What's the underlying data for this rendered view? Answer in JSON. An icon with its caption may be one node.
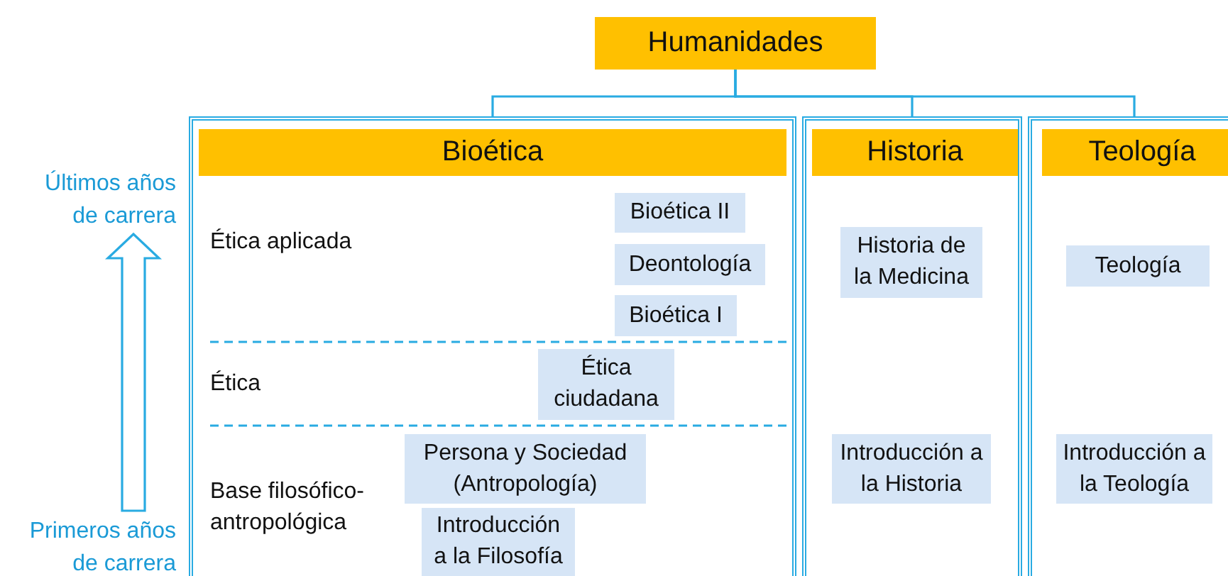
{
  "diagram": {
    "nodes": [
      {
        "text": [
          "Humanidades"
        ]
      },
      {
        "text": [
          "Bioética"
        ]
      },
      {
        "text": [
          "Historia"
        ]
      },
      {
        "text": [
          "Teología"
        ]
      },
      {
        "text": [
          "Bioética II"
        ],
        "in": 1
      },
      {
        "text": [
          "Deontología"
        ],
        "in": 1
      },
      {
        "text": [
          "Bioética I"
        ],
        "in": 1
      },
      {
        "text": [
          "Ética ciudadana"
        ],
        "in": 1
      },
      {
        "text": [
          "Persona y Sociedad (Antropología)"
        ],
        "in": 1
      },
      {
        "text": [
          "Introducción a la Filosofía"
        ],
        "in": 1
      },
      {
        "text": [
          "Historia de la Medicina"
        ],
        "in": 2
      },
      {
        "text": [
          "Introducción a la Historia"
        ],
        "in": 2
      },
      {
        "text": [
          "Teología"
        ],
        "in": 3
      },
      {
        "text": [
          "Introducción a la Teología"
        ],
        "in": 3
      }
    ],
    "edges": [
      {
        "from": 0,
        "to": 1,
        "arrow": "none"
      },
      {
        "from": 0,
        "to": 2,
        "arrow": "none"
      },
      {
        "from": 0,
        "to": 3,
        "arrow": "none"
      }
    ],
    "labels": [
      "Últimos años de carrera",
      "Primeros años de carrera",
      "Ética aplicada",
      "Ética",
      "Base filosófico-antropológica"
    ]
  }
}
